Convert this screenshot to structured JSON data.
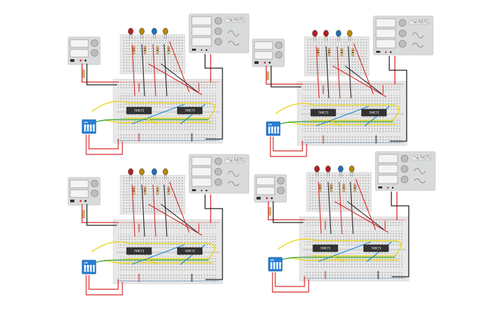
{
  "circuits": [
    {
      "id": "circuit-1",
      "chips": [
        "74HC73",
        "74HC73"
      ],
      "switch_label": "ON",
      "leds": [
        "#b32025",
        "#b8860b",
        "#1f6fb8",
        "#b8860b"
      ]
    },
    {
      "id": "circuit-2",
      "chips": [
        "74HC73",
        "74HC73"
      ],
      "switch_label": "ON",
      "leds": [
        "#b32025",
        "#b32025",
        "#1f6fb8",
        "#b8860b"
      ]
    },
    {
      "id": "circuit-3",
      "chips": [
        "74HC73",
        "74HC73"
      ],
      "switch_label": "ON",
      "leds": [
        "#b32025",
        "#b8860b",
        "#1f6fb8",
        "#b8860b"
      ]
    },
    {
      "id": "circuit-4",
      "chips": [
        "74HC73",
        "74HC73"
      ],
      "switch_label": "ON",
      "leds": [
        "#b32025",
        "#b32025",
        "#1f6fb8",
        "#b8860b"
      ]
    }
  ],
  "colors": {
    "wire_red": "#d62828",
    "wire_black": "#222222",
    "wire_yellow": "#e8d400",
    "wire_green": "#2ca02c",
    "wire_blue": "#1f8ad6",
    "chip": "#333333",
    "switch": "#2a7fd4",
    "breadboard": "#e8e8e8",
    "instrument": "#d9dadb"
  }
}
